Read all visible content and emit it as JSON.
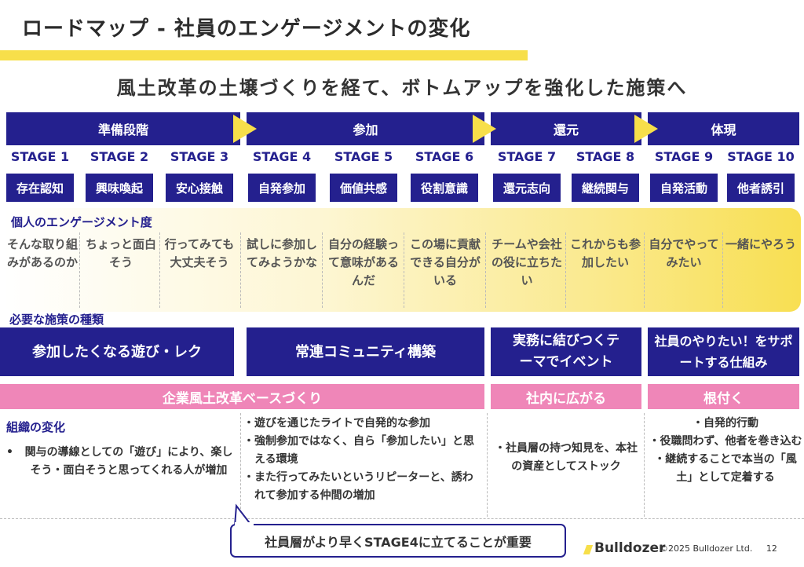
{
  "title": "ロードマップ - 社員のエンゲージメントの変化",
  "subtitle": "風土改革の土壌づくりを経て、ボトムアップを強化した施策へ",
  "phases": [
    "準備段階",
    "参加",
    "還元",
    "体現"
  ],
  "stages": [
    {
      "label": "STAGE 1",
      "name": "存在認知"
    },
    {
      "label": "STAGE 2",
      "name": "興味喚起"
    },
    {
      "label": "STAGE 3",
      "name": "安心接触"
    },
    {
      "label": "STAGE 4",
      "name": "自発参加"
    },
    {
      "label": "STAGE 5",
      "name": "価値共感"
    },
    {
      "label": "STAGE 6",
      "name": "役割意識"
    },
    {
      "label": "STAGE 7",
      "name": "還元志向"
    },
    {
      "label": "STAGE 8",
      "name": "継続関与"
    },
    {
      "label": "STAGE 9",
      "name": "自発活動"
    },
    {
      "label": "STAGE 10",
      "name": "他者誘引"
    }
  ],
  "engagement": {
    "label": "個人のエンゲージメント度",
    "feelings": [
      "そんな取り組みがあるのか",
      "ちょっと面白そう",
      "行ってみても大丈夫そう",
      "試しに参加してみようかな",
      "自分の経験って意味があるんだ",
      "この場に貢献できる自分がいる",
      "チームや会社の役に立ちたい",
      "これからも参加したい",
      "自分でやってみたい",
      "一緒にやろう"
    ]
  },
  "measures": {
    "label": "必要な施策の種類",
    "items": [
      "参加したくなる遊び・レク",
      "常連コミュニティ構築",
      "実務に結びつくテーマでイベント",
      "社員のやりたい！をサポートする仕組み"
    ]
  },
  "bases": [
    "企業風土改革ベースづくり",
    "社内に広がる",
    "根付く"
  ],
  "org_change": {
    "label": "組織の変化",
    "col1": [
      "関与の導線としての「遊び」により、楽しそう・面白そうと思ってくれる人が増加"
    ],
    "col2": [
      "遊びを通じたライトで自発的な参加",
      "強制参加ではなく、自ら「参加したい」と思える環境",
      "また行ってみたいというリピーターと、誘われて参加する仲間の増加"
    ],
    "col3": [
      "社員層の持つ知見を、本社の資産としてストック"
    ],
    "col4": [
      "自発的行動",
      "役職問わず、他者を巻き込む",
      "継続することで本当の「風土」として定着する"
    ]
  },
  "callout": "社員層がより早くSTAGE4に立てることが重要",
  "footer": {
    "logo": "Bulldozer",
    "copyright": "©2025 Bulldozer Ltd.",
    "page": "12"
  },
  "colors": {
    "navy": "#24208e",
    "yellow": "#f7df4a",
    "pink": "#ef86b8"
  }
}
